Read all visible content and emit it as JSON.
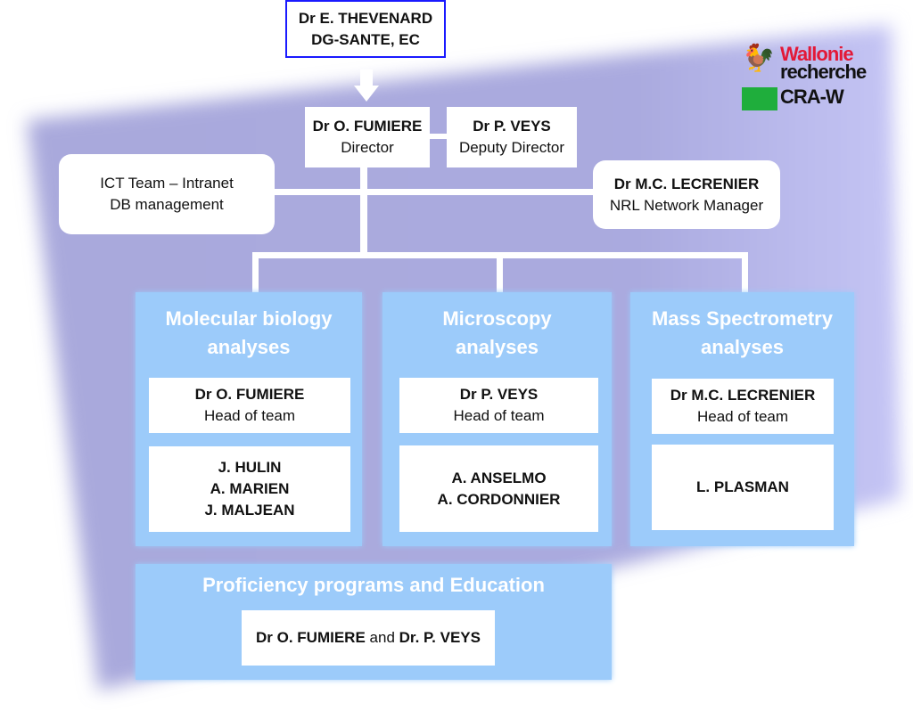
{
  "top": {
    "name": "Dr E. THEVENARD",
    "org": "DG-SANTE, EC"
  },
  "director": {
    "name": "Dr O. FUMIERE",
    "role": "Director"
  },
  "deputy": {
    "name": "Dr P. VEYS",
    "role": "Deputy Director"
  },
  "ict": {
    "line1": "ICT Team – Intranet",
    "line2": "DB management"
  },
  "nrl": {
    "name": "Dr M.C. LECRENIER",
    "role": "NRL Network Manager"
  },
  "logo": {
    "line1": "Wallonie",
    "line2": "recherche",
    "line3": "CRA-W"
  },
  "teams": [
    {
      "title": "Molecular biology analyses",
      "head": "Dr O. FUMIERE",
      "head_role": "Head of team",
      "members": [
        "J. HULIN",
        "A. MARIEN",
        "J. MALJEAN"
      ]
    },
    {
      "title": "Microscopy analyses",
      "head": "Dr P. VEYS",
      "head_role": "Head of team",
      "members": [
        "A. ANSELMO",
        "A. CORDONNIER"
      ]
    },
    {
      "title": "Mass Spectrometry analyses",
      "head": "Dr M.C. LECRENIER",
      "head_role": "Head of team",
      "members": [
        "L. PLASMAN"
      ]
    }
  ],
  "proficiency": {
    "title": "Proficiency programs and Education",
    "name1": "Dr O. FUMIERE",
    "and": " and ",
    "name2": "Dr. P. VEYS"
  },
  "colors": {
    "background": "#aaaadd",
    "team": "#9ccbfa",
    "border": "#1a1aff"
  }
}
